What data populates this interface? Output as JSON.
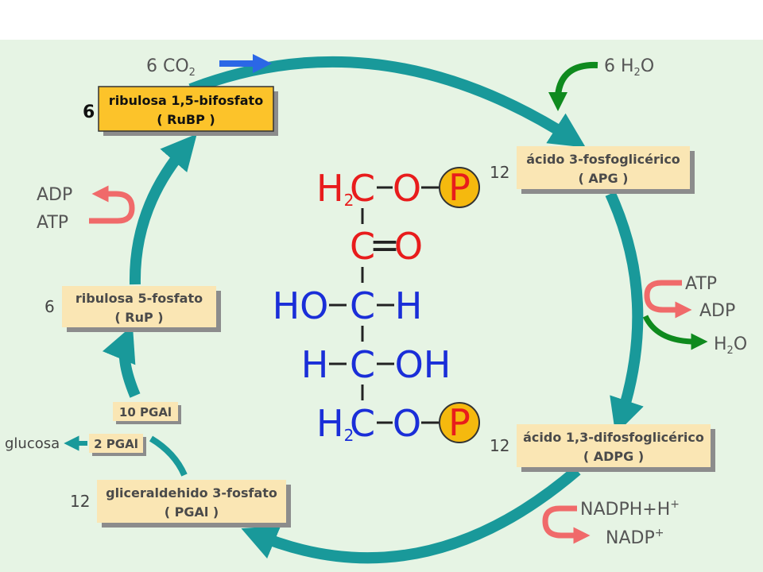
{
  "colors": {
    "panel_bg": "#e6f4e4",
    "cycle": "#19999a",
    "box_fill": "#fae6b4",
    "box_highlight": "#fcc32a",
    "box_shadow": "#8c8c8c",
    "co2_arrow": "#2b67e6",
    "water_arrow": "#0f8a1e",
    "energy_arrow": "#f06a6a",
    "atom_red": "#e81c1c",
    "atom_blue": "#1a2ed8",
    "bond": "#222222",
    "phosphate": "#f5b90e"
  },
  "boxes": {
    "rubp": {
      "count": "6",
      "line1": "ribulosa 1,5-bifosfato",
      "line2": "( RuBP )"
    },
    "apg": {
      "count": "12",
      "line1": "ácido 3-fosfoglicérico",
      "line2": "( APG )"
    },
    "adpg": {
      "count": "12",
      "line1": "ácido 1,3-difosfoglicérico",
      "line2": "( ADPG )"
    },
    "pgal": {
      "count": "12",
      "line1": "gliceraldehido 3-fosfato",
      "line2": "( PGAl )"
    },
    "rup": {
      "count": "6",
      "line1": "ribulosa  5-fosfato",
      "line2": "( RuP )"
    },
    "pgal10": {
      "label": "10 PGAl"
    },
    "pgal2": {
      "label": "2 PGAl"
    }
  },
  "labels": {
    "co2_num": "6 CO",
    "co2_sub": "2",
    "h2o_in_num": "6 H",
    "h2o_in_sub": "2",
    "h2o_in_end": "O",
    "adp_left": "ADP",
    "atp_left": "ATP",
    "atp_right": "ATP",
    "adp_right": "ADP",
    "h2o_out": "H",
    "h2o_out_sub": "2",
    "h2o_out_end": "O",
    "nadph": "NADPH+H",
    "nadph_sup": "+",
    "nadp": "NADP",
    "nadp_sup": "+",
    "glucosa": "glucosa"
  },
  "molecule": {
    "row1_h": "H",
    "row1_sub": "2",
    "row1_c": "C",
    "row1_o": "O",
    "row1_p": "P",
    "row2_c": "C",
    "row2_eq": "=",
    "row2_o": "O",
    "row3_ho": "HO",
    "row3_c": "C",
    "row3_h": "H",
    "row4_h": "H",
    "row4_c": "C",
    "row4_oh": "OH",
    "row5_h": "H",
    "row5_sub": "2",
    "row5_c": "C",
    "row5_o": "O",
    "row5_p": "P"
  }
}
